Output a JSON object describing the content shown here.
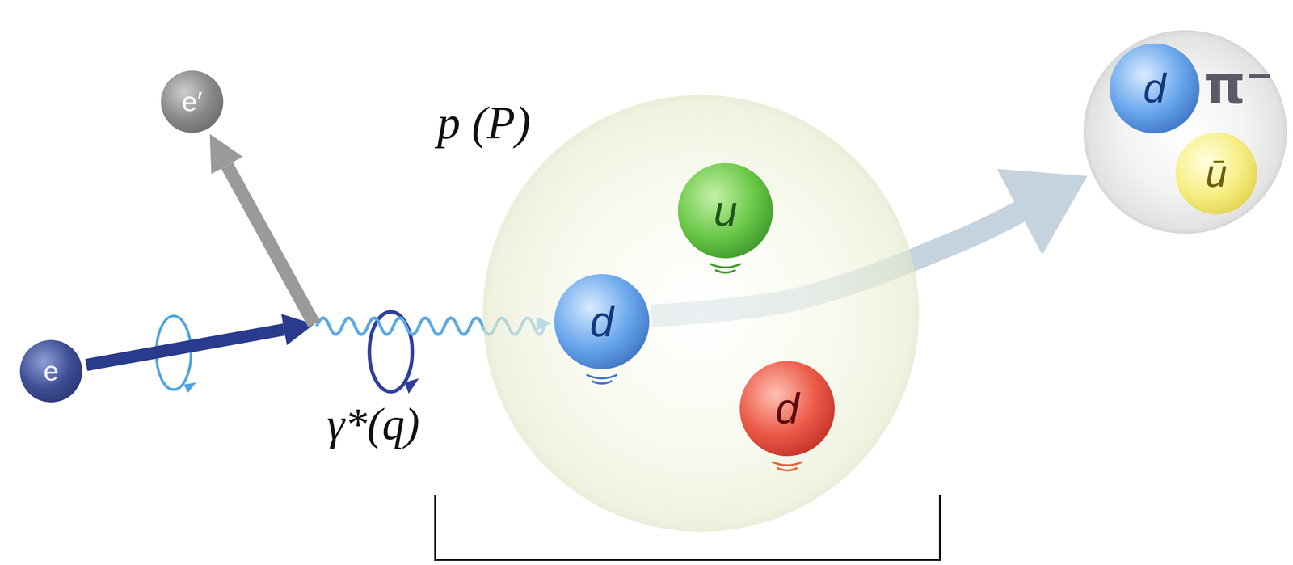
{
  "diagram": {
    "nodes": [
      {
        "text": [
          "e"
        ]
      },
      {
        "text": [
          "e′"
        ]
      },
      {
        "text": [
          "p (P)"
        ]
      },
      {
        "text": [
          "u"
        ],
        "in": 2
      },
      {
        "text": [
          "d"
        ],
        "in": 2
      },
      {
        "text": [
          "d"
        ],
        "in": 2
      },
      {
        "text": [
          "π⁻"
        ]
      },
      {
        "text": [
          "d"
        ],
        "in": 6
      },
      {
        "text": [
          "ū"
        ],
        "in": 6
      }
    ],
    "edges": [
      {
        "from": 0,
        "to": 1,
        "arrow": "to"
      },
      {
        "from": 4,
        "to": 6,
        "arrow": "to"
      }
    ],
    "labels": [
      "γ*(q)"
    ]
  }
}
